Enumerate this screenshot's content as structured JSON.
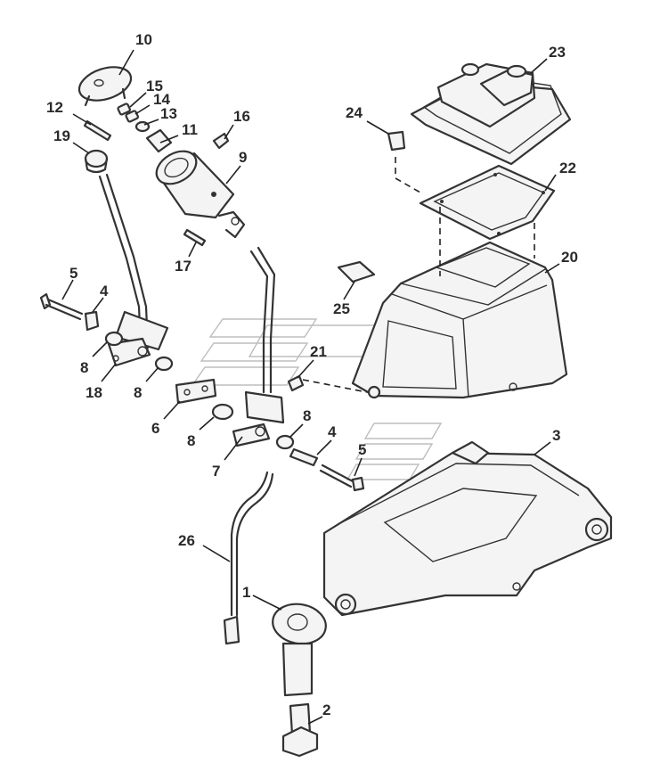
{
  "callouts": [
    {
      "id": "10",
      "text": "10"
    },
    {
      "id": "15",
      "text": "15"
    },
    {
      "id": "14",
      "text": "14"
    },
    {
      "id": "13",
      "text": "13"
    },
    {
      "id": "12",
      "text": "12"
    },
    {
      "id": "16",
      "text": "16"
    },
    {
      "id": "11",
      "text": "11"
    },
    {
      "id": "19",
      "text": "19"
    },
    {
      "id": "9",
      "text": "9"
    },
    {
      "id": "17",
      "text": "17"
    },
    {
      "id": "5a",
      "text": "5"
    },
    {
      "id": "4a",
      "text": "4"
    },
    {
      "id": "8a",
      "text": "8"
    },
    {
      "id": "18",
      "text": "18"
    },
    {
      "id": "8b",
      "text": "8"
    },
    {
      "id": "6",
      "text": "6"
    },
    {
      "id": "8c",
      "text": "8"
    },
    {
      "id": "7",
      "text": "7"
    },
    {
      "id": "25",
      "text": "25"
    },
    {
      "id": "21",
      "text": "21"
    },
    {
      "id": "8d",
      "text": "8"
    },
    {
      "id": "4b",
      "text": "4"
    },
    {
      "id": "5b",
      "text": "5"
    },
    {
      "id": "24",
      "text": "24"
    },
    {
      "id": "23",
      "text": "23"
    },
    {
      "id": "22",
      "text": "22"
    },
    {
      "id": "20",
      "text": "20"
    },
    {
      "id": "3",
      "text": "3"
    },
    {
      "id": "26",
      "text": "26"
    },
    {
      "id": "1",
      "text": "1"
    },
    {
      "id": "2",
      "text": "2"
    }
  ]
}
